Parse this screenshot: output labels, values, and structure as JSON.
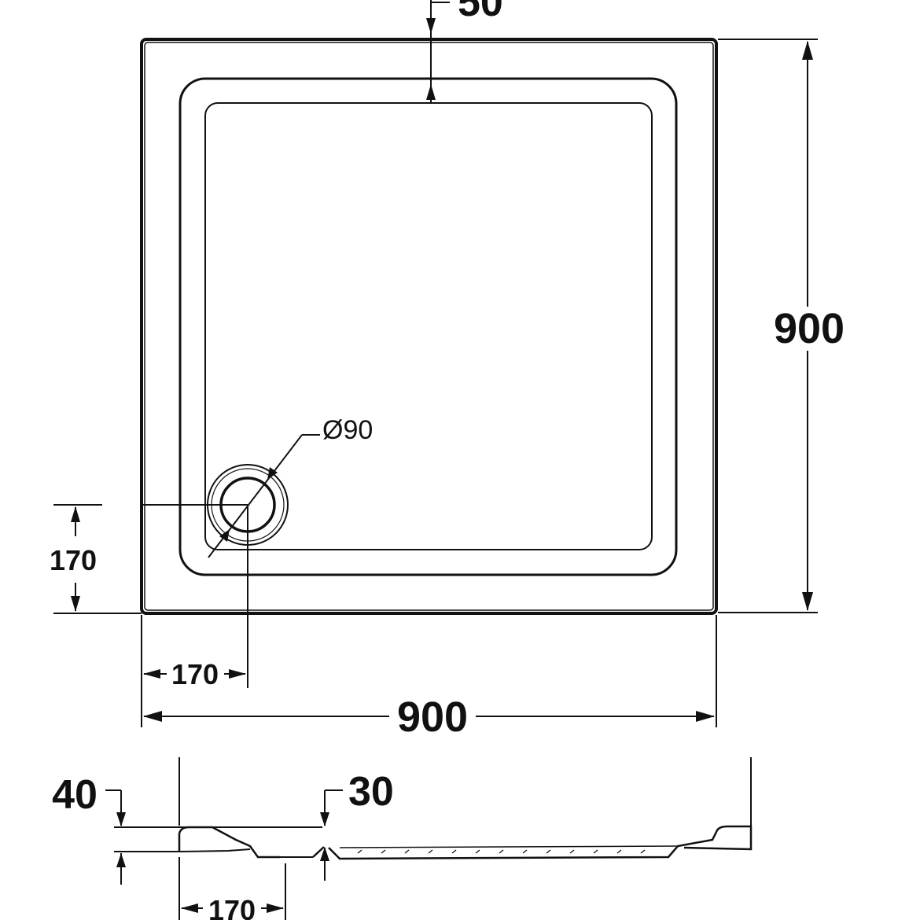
{
  "drawing": {
    "plan_view": {
      "dim_top_rim": "50",
      "dim_width": "900",
      "dim_depth": "900",
      "dim_waste_from_left": "170",
      "dim_waste_from_bottom": "170",
      "waste_diameter_label": "Ø90"
    },
    "section_view": {
      "dim_height": "40",
      "dim_inner_depth": "30",
      "dim_waste_offset": "170"
    },
    "colors": {
      "line": "#111111",
      "background": "#ffffff"
    }
  }
}
